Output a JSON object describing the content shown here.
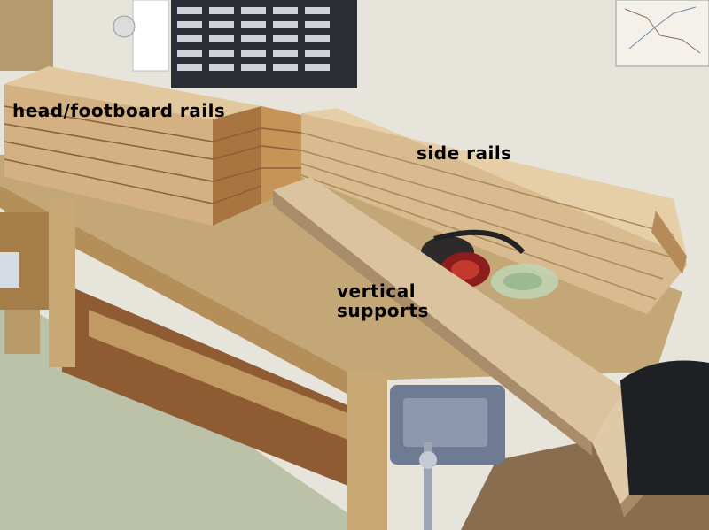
{
  "labels": {
    "head_footboard_rails": "head/footboard rails",
    "side_rails": "side rails",
    "vertical_supports_line1": "vertical",
    "vertical_supports_line2": "supports"
  },
  "colors": {
    "wall": "#e7e4dc",
    "floor": "#bcc2a8",
    "bench_top": "#c4a777",
    "lumber": "#d7b88c",
    "lumber_dark": "#a8743f",
    "vise": "#6f7a93"
  }
}
